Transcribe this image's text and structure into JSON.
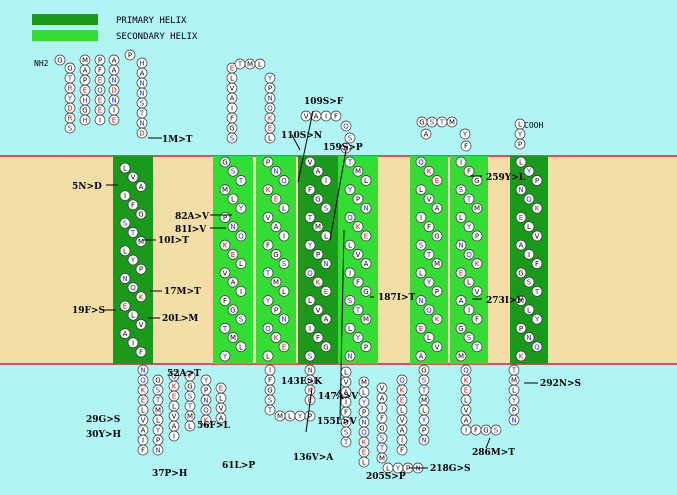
{
  "legend": {
    "primary_label": "PRIMARY   HELIX",
    "secondary_label": "SECONDARY  HELIX",
    "primary_color": "#1a9a1a",
    "secondary_color": "#33dd33"
  },
  "colors": {
    "extracellular": "#b0f4f4",
    "membrane": "#f2dfa8",
    "membrane_edge": "#d02040",
    "primary_helix": "#1a9a1a",
    "secondary_helix": "#33dd33",
    "residue_fill": "#ffffff",
    "residue_outline": "#333333",
    "hydrophobic_text": "#000000",
    "polar_text": "#2233cc",
    "charged_text": "#cc1111"
  },
  "termini": {
    "n": "NH2",
    "c": "COOH"
  },
  "nterm_residues": "GTRYDRSMAPEHGHPFEQEEIAANDNIEPHANNSTNDSSEMA",
  "mutations": [
    {
      "label": "1M>T"
    },
    {
      "label": "5N>D"
    },
    {
      "label": "10I>T"
    },
    {
      "label": "17M>T"
    },
    {
      "label": "19F>S"
    },
    {
      "label": "20L>M"
    },
    {
      "label": "29G>S"
    },
    {
      "label": "30Y>H"
    },
    {
      "label": "37P>H"
    },
    {
      "label": "52A>T"
    },
    {
      "label": "56F>L"
    },
    {
      "label": "61L>P"
    },
    {
      "label": "82A>V"
    },
    {
      "label": "81I>V"
    },
    {
      "label": "109S>F"
    },
    {
      "label": "110S>N"
    },
    {
      "label": "159S>P"
    },
    {
      "label": "143E>K"
    },
    {
      "label": "147A>V"
    },
    {
      "label": "155L>V"
    },
    {
      "label": "136V>A"
    },
    {
      "label": "187I>T"
    },
    {
      "label": "205S>P"
    },
    {
      "label": "218G>S"
    },
    {
      "label": "259Y>L"
    },
    {
      "label": "273I>F"
    },
    {
      "label": "286M>T"
    },
    {
      "label": "292N>S"
    }
  ]
}
